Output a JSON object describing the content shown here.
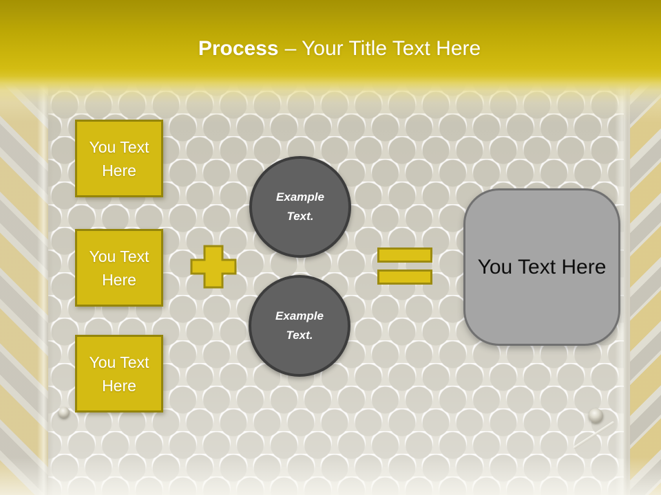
{
  "title": {
    "bold": "Process",
    "rest": "– Your Title Text Here"
  },
  "input_boxes": [
    {
      "label": "You Text Here"
    },
    {
      "label": "You Text Here"
    },
    {
      "label": "You Text Here"
    }
  ],
  "example_circles": [
    {
      "line1": "Example",
      "line2": "Text."
    },
    {
      "line1": "Example",
      "line2": "Text."
    }
  ],
  "operators": {
    "plus": "plus-sign",
    "equals": "equals-sign"
  },
  "result_box": {
    "label": "You Text Here"
  },
  "colors": {
    "header_yellow_top": "#a59202",
    "header_yellow_bottom": "#d3bc12",
    "shape_yellow_fill": "#d4bb13",
    "shape_yellow_border": "#94850b",
    "circle_fill": "#616161",
    "circle_border": "#3d3d3d",
    "result_fill": "#a5a5a5",
    "result_border": "#717171",
    "background_metal": "#dcd9cd",
    "title_text": "#ffffff",
    "result_text": "#0d0d0d"
  }
}
